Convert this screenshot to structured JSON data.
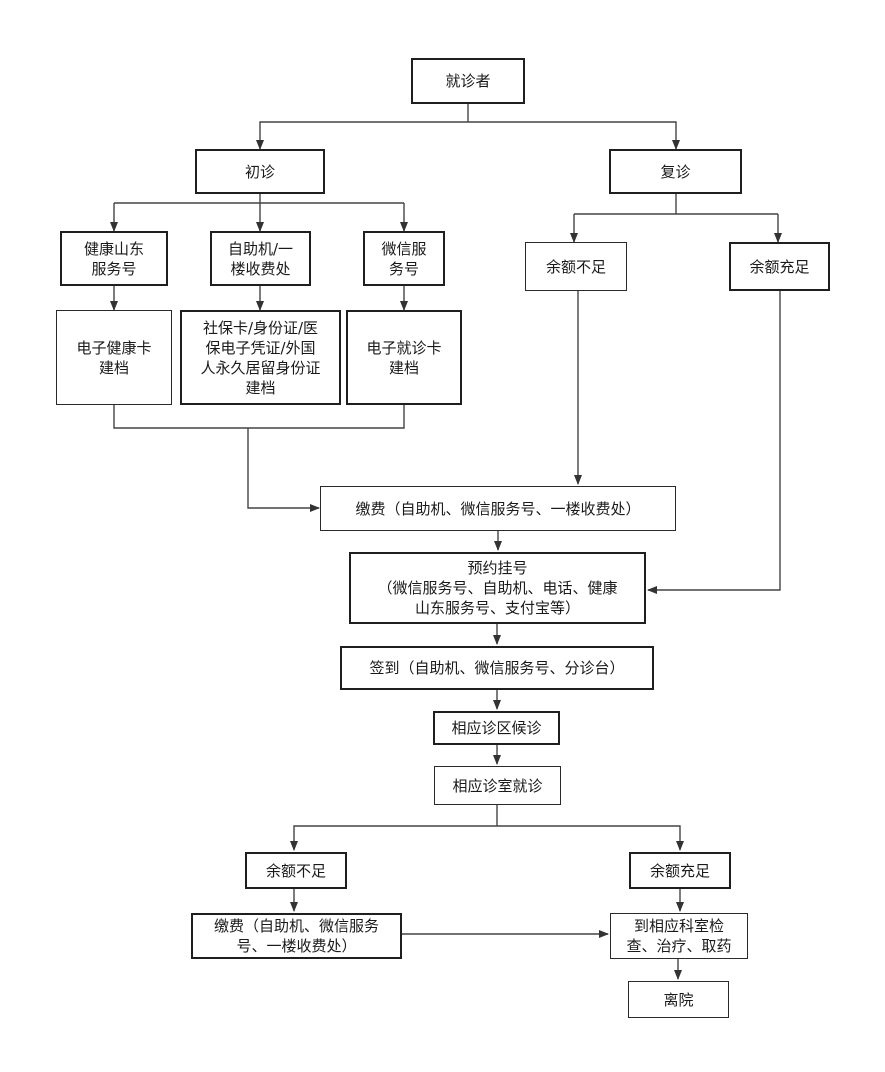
{
  "nodes": {
    "patient": "就诊者",
    "first_visit": "初诊",
    "return_visit": "复诊",
    "health_shandong": "健康山东\n服务号",
    "self_service": "自助机/一\n楼收费处",
    "wechat": "微信服\n务号",
    "rv_insufficient": "余额不足",
    "rv_sufficient": "余额充足",
    "e_health_card": "电子健康卡\n建档",
    "id_docs": "社保卡/身份证/医\n保电子凭证/外国\n人永久居留身份证\n建档",
    "e_visit_card": "电子就诊卡\n建档",
    "payment": "缴费（自助机、微信服务号、一楼收费处）",
    "appointment": "预约挂号\n（微信服务号、自助机、电话、健康\n山东服务号、支付宝等）",
    "checkin": "签到（自助机、微信服务号、分诊台）",
    "waiting": "相应诊区候诊",
    "consult": "相应诊室就诊",
    "end_insufficient": "余额不足",
    "end_sufficient": "余额充足",
    "payment2": "缴费（自助机、微信服务\n号、一楼收费处）",
    "exam": "到相应科室检\n查、治疗、取药",
    "leave": "离院"
  }
}
